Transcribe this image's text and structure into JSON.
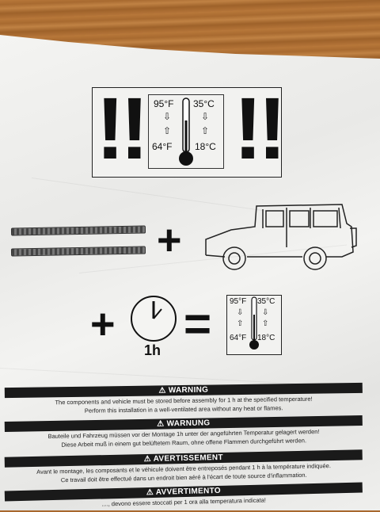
{
  "temp_box_large": {
    "hi_f": "95°F",
    "hi_c": "35°C",
    "lo_f": "64°F",
    "lo_c": "18°C"
  },
  "temp_box_small": {
    "hi_f": "95°F",
    "hi_c": "35°C",
    "lo_f": "64°F",
    "lo_c": "18°C"
  },
  "marks": {
    "double_bang": "!!",
    "plus": "+",
    "equals": "="
  },
  "clock": {
    "duration": "1h"
  },
  "warnings": [
    {
      "title": "⚠ WARNING",
      "line1": "The components and vehicle must be stored before assembly for 1 h at the specified temperature!",
      "line2": "Perform this installation in a well-ventilated area without any heat or flames."
    },
    {
      "title": "⚠ WARNUNG",
      "line1": "Bauteile und Fahrzeug müssen vor der Montage 1h unter der angeführten Temperatur gelagert werden!",
      "line2": "Diese Arbeit muß in einem gut belüftetem Raum, ohne offene Flammen durchgeführt werden."
    },
    {
      "title": "⚠ AVERTISSEMENT",
      "line1": "Avant le montage, les composants et le véhicule doivent être entreposés pendant 1 h à la température indiquée.",
      "line2": "Ce travail doit être effectué dans un endroit bien aéré à l'écart de toute source d'inflammation."
    },
    {
      "title": "⚠ AVVERTIMENTO",
      "line1": "...., devono essere stoccati per 1 ora alla temperatura indicata!",
      "line2": ""
    }
  ]
}
